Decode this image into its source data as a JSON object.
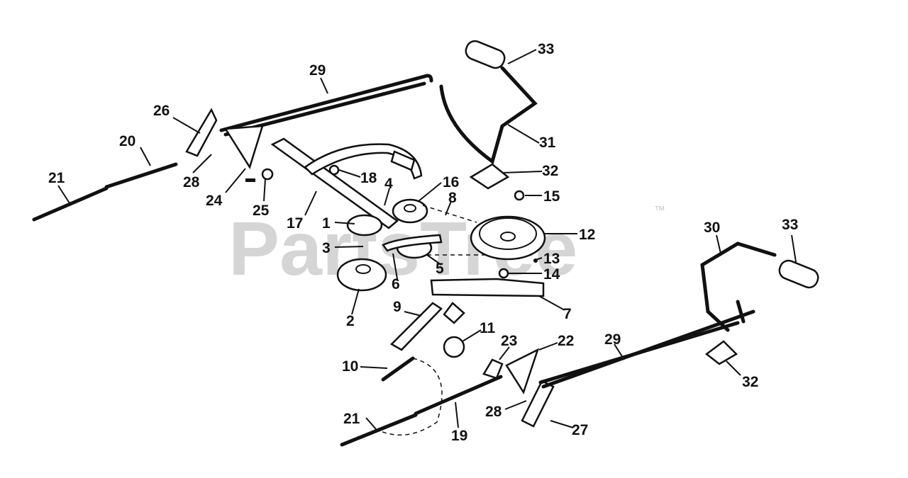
{
  "watermark": {
    "text": "PartsTree",
    "trademark": "™"
  },
  "callouts": [
    "33",
    "29",
    "26",
    "20",
    "21",
    "28",
    "24",
    "25",
    "31",
    "32",
    "18",
    "16",
    "4",
    "8",
    "15",
    "17",
    "1",
    "12",
    "3",
    "5",
    "13",
    "6",
    "14",
    "2",
    "7",
    "9",
    "11",
    "23",
    "22",
    "29",
    "30",
    "33",
    "10",
    "21",
    "19",
    "28",
    "27",
    "32"
  ]
}
